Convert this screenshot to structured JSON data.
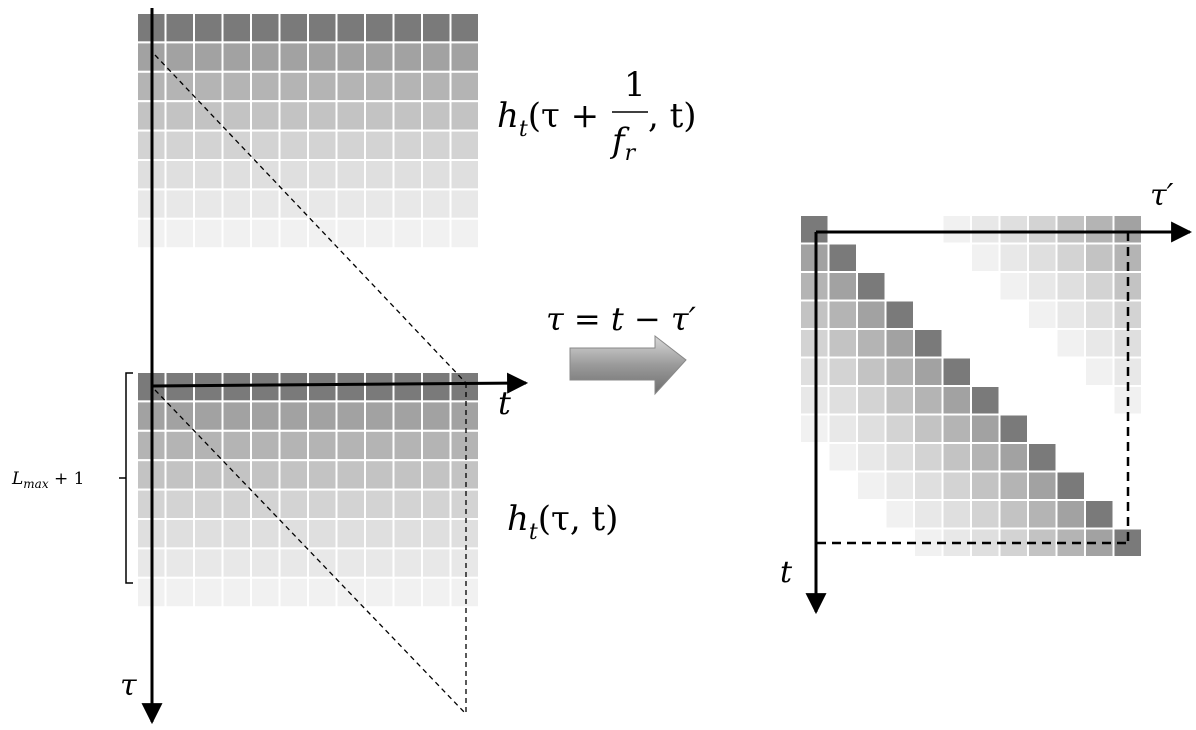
{
  "labels": {
    "upper_block": {
      "h": "h",
      "sub": "t",
      "open": "(τ + ",
      "frac_num": "1",
      "frac_den": "f",
      "frac_den_sub": "r",
      "close": ", t)"
    },
    "lower_block": {
      "h": "h",
      "sub": "t",
      "args": "(τ, t)"
    },
    "left_t_axis": "t",
    "left_tau_axis": "τ",
    "brace": {
      "L": "L",
      "sub": "max",
      "rest": " + 1"
    },
    "transform": "τ = t − τ′",
    "right_tau_prime_axis": "τ′",
    "right_t_axis": "t"
  },
  "grid": {
    "columns": 12,
    "rows": 8,
    "row_shades": [
      "#7a7a7a",
      "#a2a2a2",
      "#b4b4b4",
      "#c3c3c3",
      "#d3d3d3",
      "#dfdfdf",
      "#e8e8e8",
      "#f1f1f1"
    ]
  }
}
